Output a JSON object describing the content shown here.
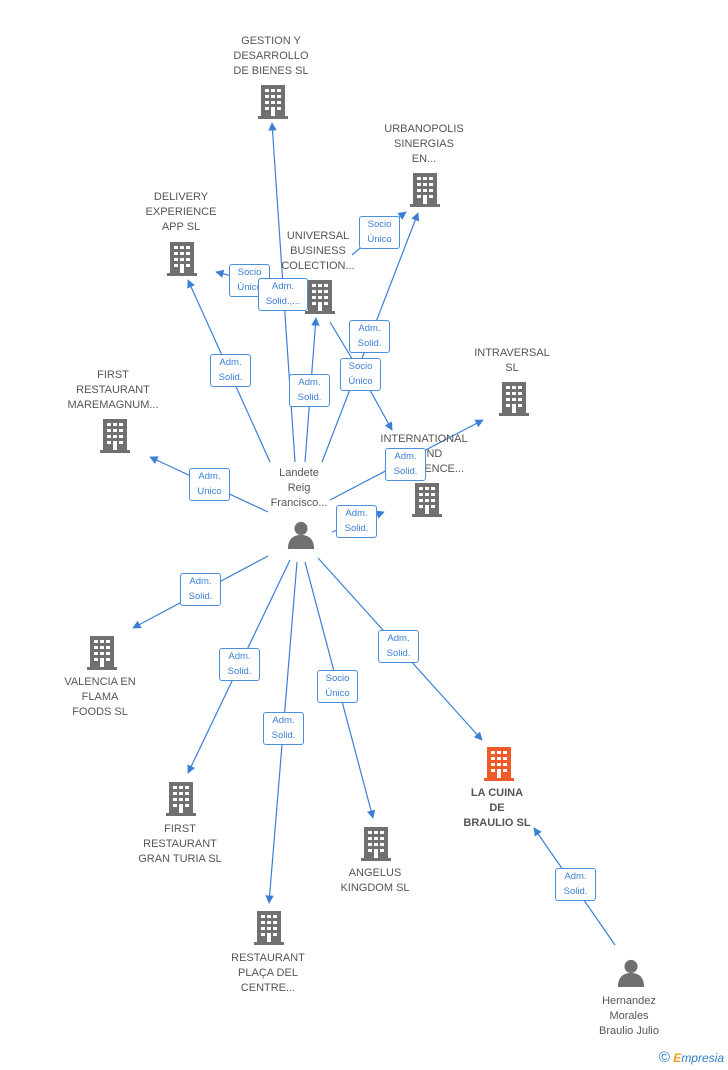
{
  "colors": {
    "edge": "#3b7fd4",
    "building": "#707070",
    "building_highlight": "#f05a28",
    "person": "#707070"
  },
  "nodes": {
    "gestion": {
      "label": "GESTION Y\nDESARROLLO\nDE BIENES  SL",
      "icon": "building-icon"
    },
    "urbanopolis": {
      "label": "URBANOPOLIS\nSINERGIAS\nEN...",
      "icon": "building-icon"
    },
    "delivery": {
      "label": "DELIVERY\nEXPERIENCE\nAPP  SL",
      "icon": "building-icon"
    },
    "universal": {
      "label": "UNIVERSAL\nBUSINESS\nCOLECTION...",
      "icon": "building-icon"
    },
    "intraversal": {
      "label": "INTRAVERSAL\nSL",
      "icon": "building-icon"
    },
    "first_mare": {
      "label": "FIRST\nRESTAURANT\nMAREMAGNUM...",
      "icon": "building-icon"
    },
    "international": {
      "label": "INTERNATIONAL\nBLEND\nEXPERIENCE...",
      "icon": "building-icon"
    },
    "landete": {
      "label": "Landete\nReig\nFrancisco...",
      "icon": "person-icon"
    },
    "valencia": {
      "label": "VALENCIA EN\nFLAMA\nFOODS  SL",
      "icon": "building-icon"
    },
    "first_gran": {
      "label": "FIRST\nRESTAURANT\nGRAN TURIA  SL",
      "icon": "building-icon"
    },
    "angelus": {
      "label": "ANGELUS\nKINGDOM  SL",
      "icon": "building-icon"
    },
    "la_cuina": {
      "label": "LA CUINA\nDE\nBRAULIO  SL",
      "icon": "building-icon"
    },
    "restaurant_placa": {
      "label": "RESTAURANT\nPLAÇA DEL\nCENTRE...",
      "icon": "building-icon"
    },
    "hernandez": {
      "label": "Hernandez\nMorales\nBraulio Julio",
      "icon": "person-icon"
    }
  },
  "edges": {
    "gestion": "Adm.\nSolid.",
    "delivery": "Adm.\nSolid.",
    "delivery_socio": "Socio\nÚnico",
    "universal_adm": "Adm.\nSolid.,...",
    "urbanopolis_socio": "Socio\nÚnico",
    "urbanopolis_adm": "Adm.\nSolid.",
    "international_socio": "Socio\nÚnico",
    "intraversal": "Adm.\nSolid.",
    "international_adm": "Adm.\nSolid.",
    "first_mare": "Adm.\nUnico",
    "valencia": "Adm.\nSolid.",
    "first_gran": "Adm.\nSolid.",
    "restaurant_placa": "Adm.\nSolid.",
    "angelus": "Socio\nÚnico",
    "la_cuina": "Adm.\nSolid.",
    "hernandez": "Adm.\nSolid."
  },
  "footer": {
    "copyright": "©",
    "brand_first": "E",
    "brand_rest": "mpresia"
  }
}
